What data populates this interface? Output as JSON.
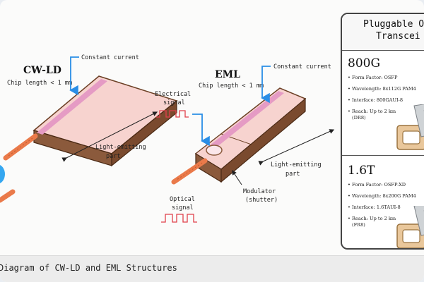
{
  "caption": "Diagram of CW-LD and EML Structures",
  "cwld": {
    "title": "CW-LD",
    "subtitle": "Chip length < 1 mm",
    "constant_current": "Constant current",
    "light_emitting_1": "Light-emitting",
    "light_emitting_2": "part"
  },
  "eml": {
    "title": "EML",
    "subtitle": "Chip length < 1 mm",
    "constant_current": "Constant current",
    "electrical_1": "Electrical",
    "electrical_2": "signal",
    "optical_1": "Optical",
    "optical_2": "signal",
    "light_emitting_1": "Light-emitting",
    "light_emitting_2": "part",
    "modulator_1": "Modulator",
    "modulator_2": "(shutter)"
  },
  "panel": {
    "title_line1": "Pluggable O",
    "title_line2": "Transcei",
    "sections": [
      {
        "name": "800G",
        "specs": [
          "• Form Factor: OSFP",
          "• Wavelength: 8x112G PAM4",
          "• Interface: 800GAUI-8",
          "• Reach: Up to 2 km",
          "(DR8)"
        ]
      },
      {
        "name": "1.6T",
        "specs": [
          "• Form Factor: OSFP-XD",
          "• Wavelength: 8x200G PAM4",
          "• Interface: 1.6TAUI-8",
          "• Reach: Up to 2 km",
          "(FR8)"
        ]
      }
    ]
  },
  "colors": {
    "chip_top": "#f7d3cf",
    "chip_side": "#8b5a3c",
    "chip_front": "#7a4a2e",
    "waveguide": "#e59bc4",
    "arrow_blue": "#2a8ee6",
    "beam": "#ea7a4a"
  }
}
